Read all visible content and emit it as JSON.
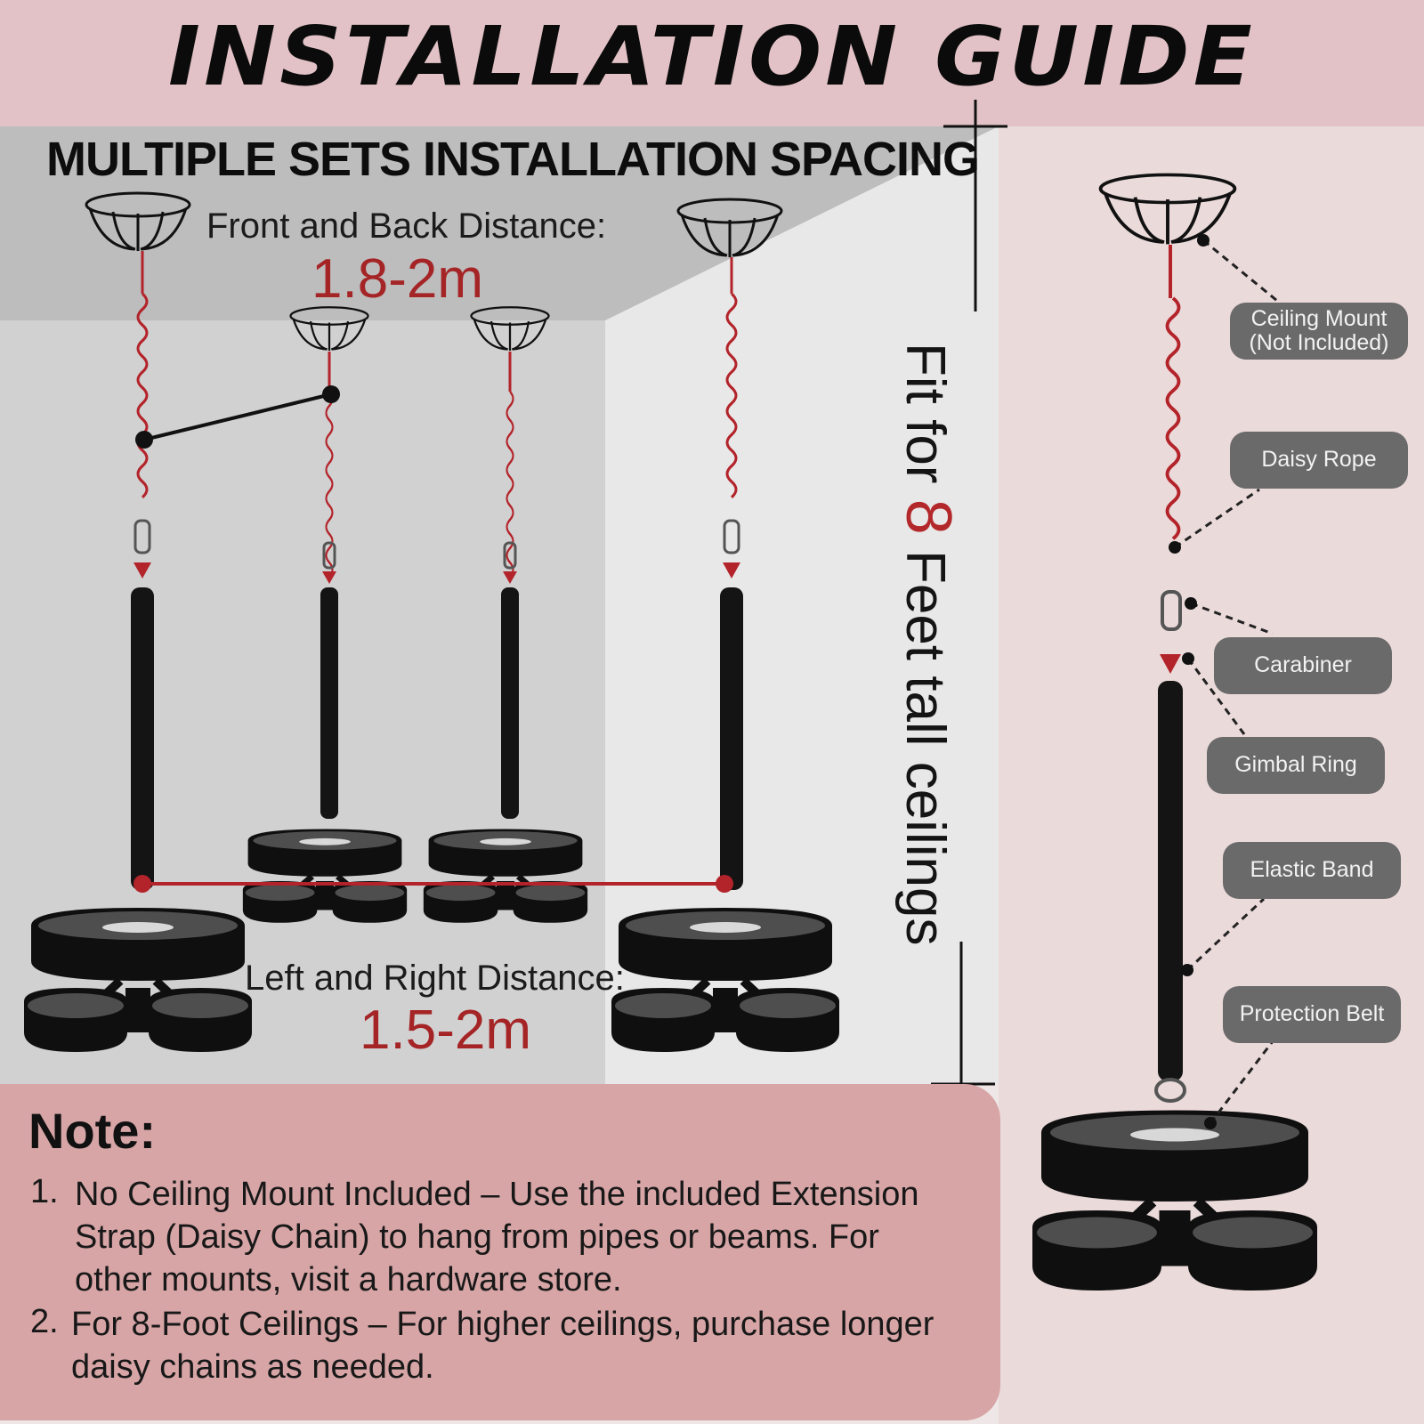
{
  "header": {
    "title": "INSTALLATION GUIDE"
  },
  "section": {
    "title": "MULTIPLE SETS INSTALLATION SPACING"
  },
  "front_back": {
    "label": "Front and Back Distance:",
    "value": "1.8-2m"
  },
  "left_right": {
    "label": "Left and Right Distance:",
    "value": "1.5-2m"
  },
  "vertical": {
    "prefix": "Fit for ",
    "number": "8",
    "suffix": " Feet tall ceilings"
  },
  "callouts": {
    "ceiling_mount": "Ceiling Mount\n(Not Included)",
    "daisy_rope": "Daisy Rope",
    "carabiner": "Carabiner",
    "gimbal_ring": "Gimbal Ring",
    "elastic_band": "Elastic Band",
    "protection_belt": "Protection Belt"
  },
  "note": {
    "title": "Note:",
    "items": [
      {
        "num": "1.",
        "lines": [
          "No Ceiling Mount Included – Use the included Extension",
          "Strap (Daisy Chain) to hang from pipes or beams. For",
          "other mounts, visit a hardware store."
        ]
      },
      {
        "num": "2.",
        "lines": [
          "For 8-Foot Ceilings – For higher ceilings, purchase longer",
          "daisy chains as needed."
        ]
      }
    ]
  },
  "colors": {
    "accent_red": "#a52426",
    "header_bg": "#e2c2c6",
    "note_bg": "#d7a5a6",
    "callout_bg": "#6a6a6a"
  }
}
